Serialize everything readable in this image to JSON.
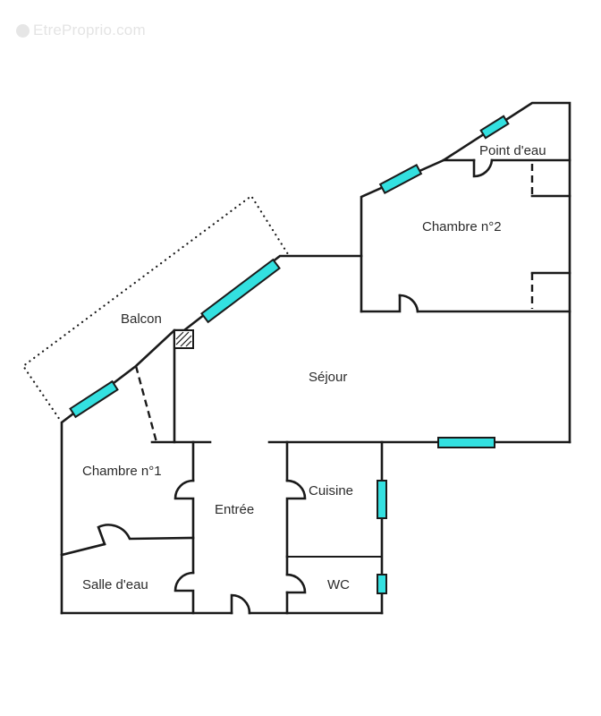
{
  "watermark": {
    "text": "EtreProprio.com",
    "icon": "logo-circle-icon"
  },
  "colors": {
    "wall": "#1a1a1a",
    "window": "#33e0e0",
    "background": "#ffffff",
    "text": "#2b2b2b"
  },
  "rooms": [
    {
      "id": "point-deau",
      "label": "Point d'eau"
    },
    {
      "id": "chambre-2",
      "label": "Chambre n°2"
    },
    {
      "id": "balcon",
      "label": "Balcon"
    },
    {
      "id": "sejour",
      "label": "Séjour"
    },
    {
      "id": "chambre-1",
      "label": "Chambre n°1"
    },
    {
      "id": "entree",
      "label": "Entrée"
    },
    {
      "id": "cuisine",
      "label": "Cuisine"
    },
    {
      "id": "salle-deau",
      "label": "Salle d'eau"
    },
    {
      "id": "wc",
      "label": "WC"
    }
  ]
}
